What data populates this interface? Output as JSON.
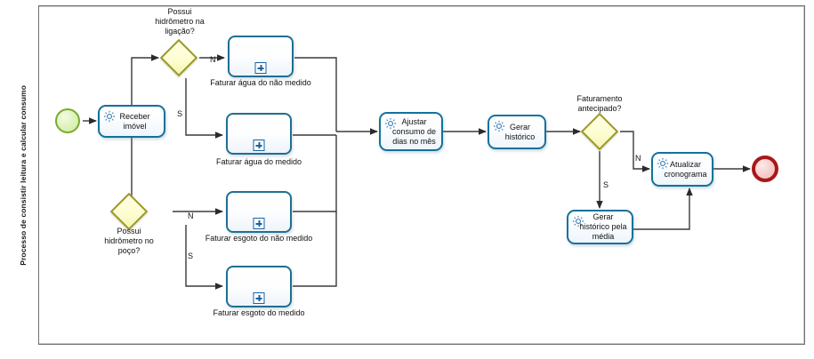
{
  "diagram": {
    "type": "bpmn-process-diagram",
    "pool": {
      "lane_title": "Processo de consistir leitura e calcular consumo"
    },
    "colors": {
      "task_border": "#12729c",
      "subprocess_border": "#1f6f92",
      "gateway_border": "#9a9a27",
      "gateway_fill": "#fdfdd0",
      "start_event_border": "#7aab2e",
      "end_event_border": "#a81717",
      "connector": "#3a3a3a",
      "pool_border": "#6f6f6f"
    },
    "events": {
      "start": {
        "name": "start-event",
        "label": ""
      },
      "end": {
        "name": "end-event",
        "label": ""
      }
    },
    "tasks": [
      {
        "id": "receber-imovel",
        "label": "Receber imóvel",
        "icon": "gear-icon"
      },
      {
        "id": "ajustar-consumo",
        "label": "Ajustar consumo de dias no mês",
        "icon": "gear-icon"
      },
      {
        "id": "gerar-historico",
        "label": "Gerar histórico",
        "icon": "gear-icon"
      },
      {
        "id": "gerar-historico-media",
        "label": "Gerar histórico pela média",
        "icon": "gear-icon"
      },
      {
        "id": "atualizar-cronograma",
        "label": "Atualizar cronograma",
        "icon": "gear-icon"
      }
    ],
    "subprocesses": [
      {
        "id": "faturar-agua-nao-medido",
        "caption": "Faturar água do não medido",
        "marker": "plus-icon"
      },
      {
        "id": "faturar-agua-medido",
        "caption": "Faturar água do medido",
        "marker": "plus-icon"
      },
      {
        "id": "faturar-esgoto-nao-medido",
        "caption": "Faturar esgoto do não medido",
        "marker": "plus-icon"
      },
      {
        "id": "faturar-esgoto-medido",
        "caption": "Faturar esgoto do medido",
        "marker": "plus-icon"
      }
    ],
    "gateways": [
      {
        "id": "gw-hidrometro-ligacao",
        "caption": "Possui\nhidrômetro na\nligação?"
      },
      {
        "id": "gw-hidrometro-poco",
        "caption": "Possui\nhidrômetro no\npoço?"
      },
      {
        "id": "gw-faturamento-antecipado",
        "caption": "Faturamento\nantecipado?"
      }
    ],
    "flow_labels": {
      "gw1_n": "N",
      "gw1_s": "S",
      "gw2_n": "N",
      "gw2_s": "S",
      "gw3_n": "N",
      "gw3_s": "S"
    }
  }
}
